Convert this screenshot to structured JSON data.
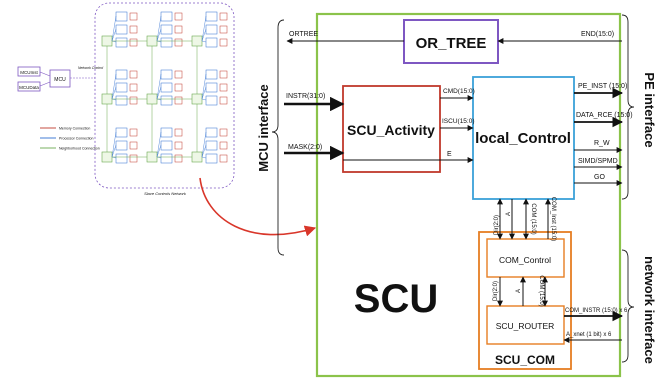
{
  "network": {
    "mcu_inst": "MCUInst",
    "mcu_data": "MCUData",
    "mcu": "MCU",
    "network_control": "Network Control",
    "caption": "Slave Controls Network",
    "legend": [
      "Memory Connection",
      "Processor Connection",
      "Neighborhood Connection"
    ],
    "legend_colors": [
      "#c0392b",
      "#2e6fd0",
      "#6aa84f"
    ]
  },
  "main": {
    "big_label": "SCU",
    "or_tree": "OR_TREE",
    "scu_activity": "SCU_Activity",
    "local_control": "local_Control",
    "com_control": "COM_Control",
    "scu_router": "SCU_ROUTER",
    "scu_com": "SCU_COM"
  },
  "signals": {
    "ortree": "ORTREE",
    "end": "END(15:0)",
    "instr": "INSTR(31:0)",
    "mask": "MASK(2:0)",
    "cmd": "CMD(15:0)",
    "iscu": "ISCU(15:0)",
    "e": "E",
    "pe_inst": "PE_INST (15:0)",
    "data_rce": "DATA_RCE (15:0)",
    "r_w": "R_W",
    "simd": "SIMD/SPMD",
    "go": "GO",
    "dir_top": "Dir(2:0)",
    "a_top": "A",
    "com_top": "COM (15:0)",
    "com_inst": "COM_Inst (15:0)",
    "dir_mid": "Dir(2:0)",
    "a_mid": "A",
    "com_mid": "COM (15:0)",
    "com_instr": "COM_INSTR (15:0) x 6",
    "a_xnet": "A_xnet (1 bit) x 6"
  },
  "interfaces": {
    "mcu": "MCU interface",
    "pe": "PE interface",
    "network": "network interface"
  },
  "colors": {
    "outer_green": "#8bc34a",
    "or_tree": "#7e57c2",
    "activity": "#c0392b",
    "local": "#3aa0d8",
    "com": "#e67e22",
    "interface_text": "#4a7a1e",
    "red_arrow": "#d9362a"
  }
}
